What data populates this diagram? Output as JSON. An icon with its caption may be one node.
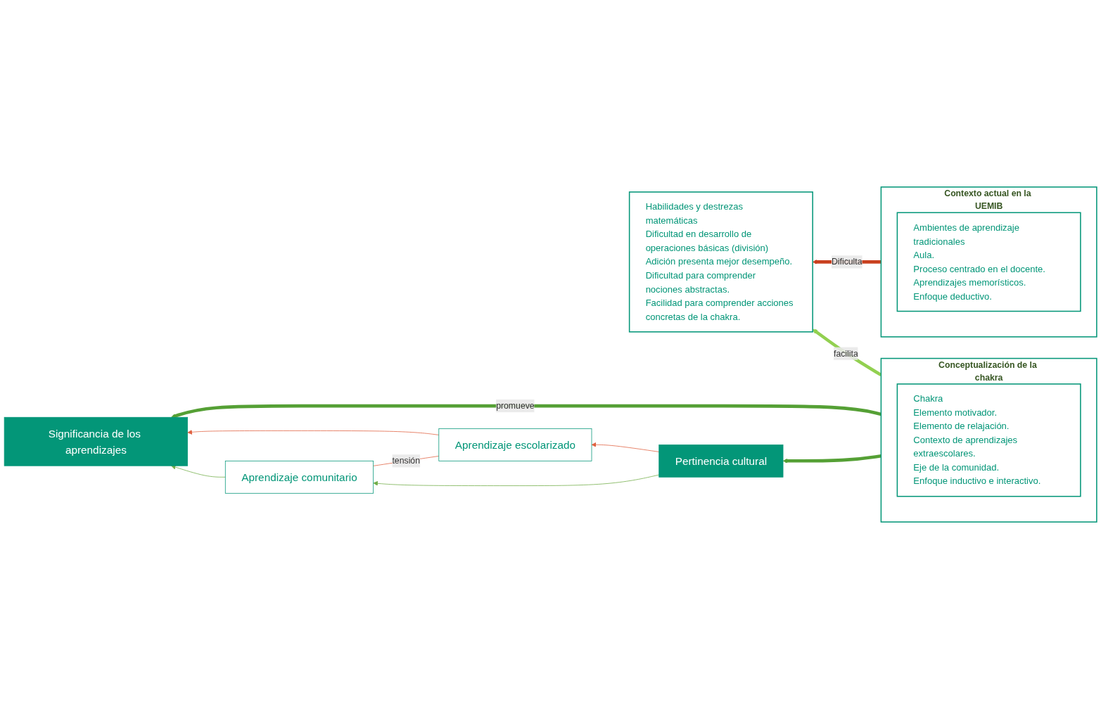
{
  "diagram": {
    "nodes": [
      {
        "text": [
          "Habilidades y destrezas matemáticas",
          "Dificultad en desarrollo de operaciones básicas (división)",
          "Adición presenta mejor desempeño.",
          "Dificultad para comprender nociones abstractas.",
          "Facilidad para comprender acciones concretas de la chakra."
        ]
      },
      {
        "text": [
          "Conceptualización de la chakra"
        ]
      },
      {
        "text": [
          "Chakra",
          "Elemento motivador.",
          "Elemento de relajación.",
          "Contexto de aprendizajes extraescolares.",
          "Eje de la comunidad.",
          "Enfoque inductivo e interactivo."
        ],
        "in": 1
      },
      {
        "text": [
          "Contexto actual en la UEMIB"
        ]
      },
      {
        "text": [
          "Ambientes de aprendizaje tradicionales",
          "Aula.",
          "Proceso centrado en el docente.",
          "Aprendizajes memorísticos.",
          "Enfoque deductivo."
        ],
        "in": 3
      },
      {
        "text": [
          "Significancia de los aprendizajes"
        ]
      },
      {
        "text": [
          "Aprendizaje escolarizado"
        ]
      },
      {
        "text": [
          "Aprendizaje comunitario"
        ]
      },
      {
        "text": [
          "Pertinencia cultural"
        ]
      }
    ],
    "edges": [
      {
        "from": 1,
        "to": 0,
        "arrow": "to",
        "label": "facilita",
        "style": "thick",
        "color": "#92d050"
      },
      {
        "from": 3,
        "to": 0,
        "arrow": "to",
        "label": "Dificulta",
        "style": "thick",
        "color": "#c9401f"
      },
      {
        "from": 1,
        "to": 5,
        "arrow": "to",
        "label": "promueve",
        "style": "thick",
        "color": "#55a035"
      },
      {
        "from": 1,
        "to": 8,
        "arrow": "to",
        "style": "thick",
        "color": "#55a035"
      },
      {
        "from": 6,
        "to": 5,
        "arrow": "to",
        "color": "#e0603f"
      },
      {
        "from": 7,
        "to": 5,
        "arrow": "to",
        "color": "#70ad47"
      },
      {
        "from": 8,
        "to": 6,
        "arrow": "to",
        "color": "#e0603f"
      },
      {
        "from": 8,
        "to": 7,
        "arrow": "to",
        "color": "#70ad47"
      },
      {
        "from": 6,
        "to": 7,
        "arrow": "none",
        "label": "tensión",
        "color": "#e0603f"
      }
    ]
  }
}
